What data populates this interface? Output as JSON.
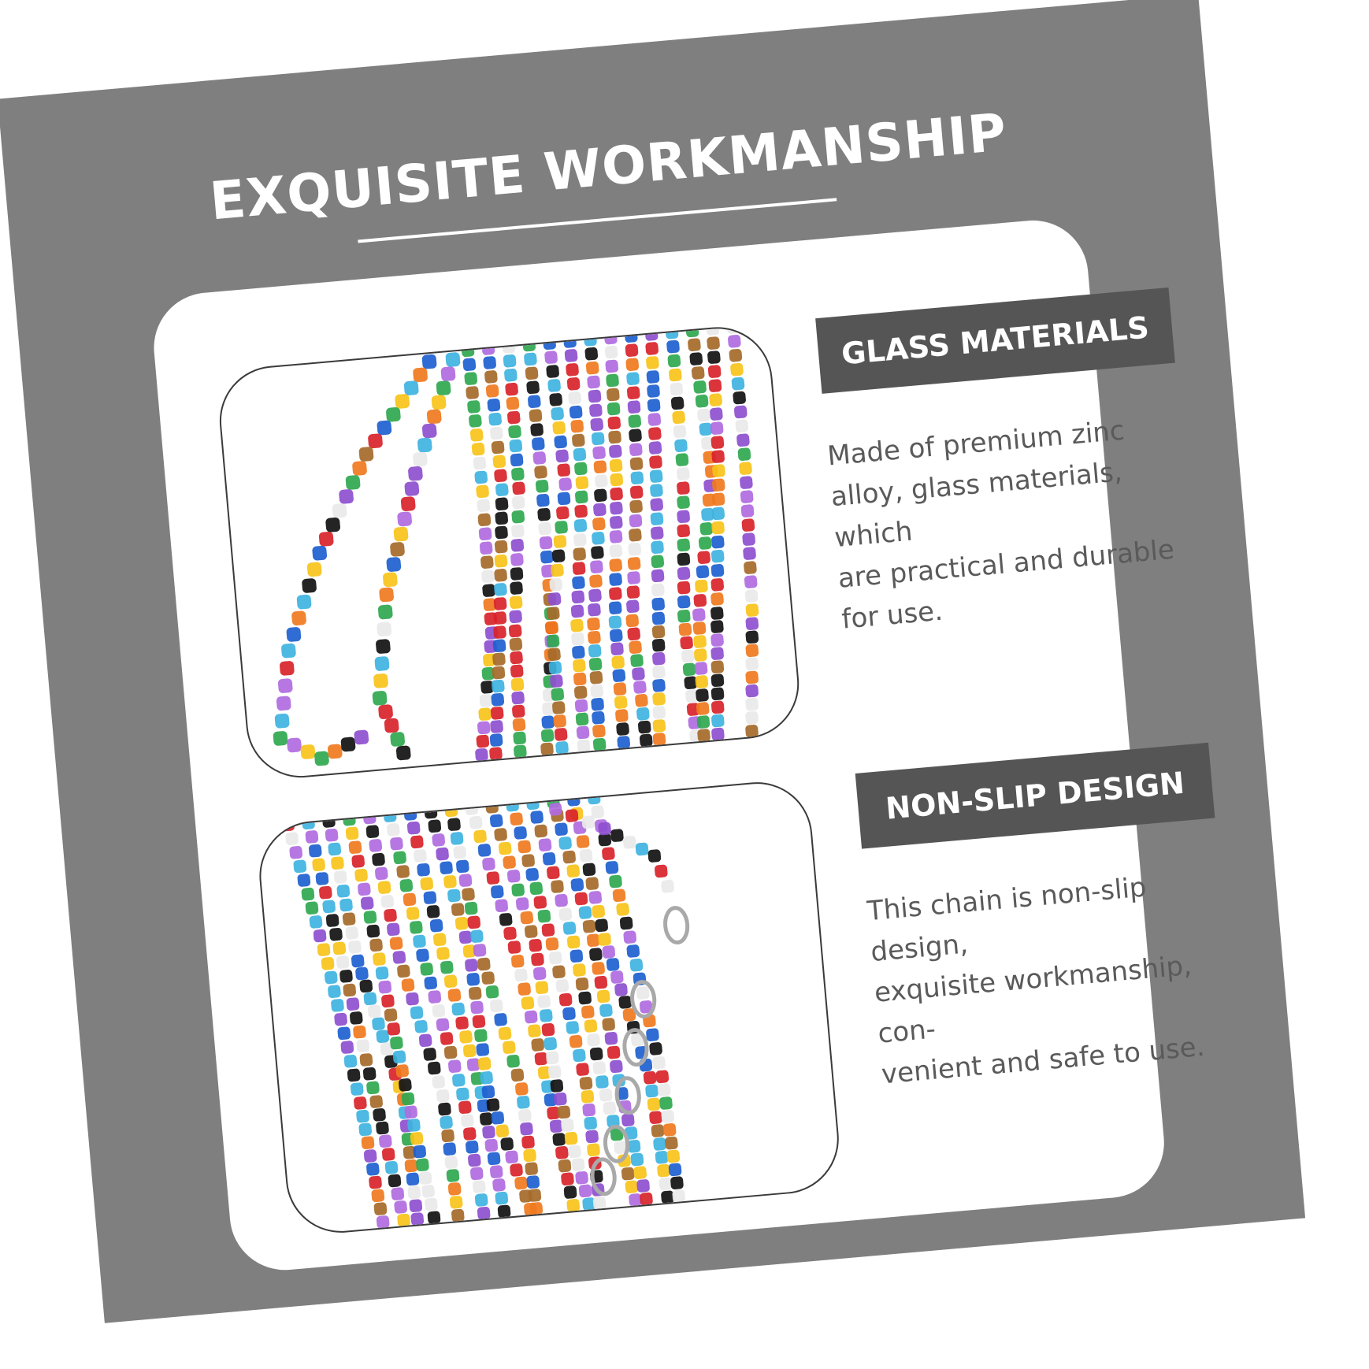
{
  "headline": "EXQUISITE WORKMANSHIP",
  "features": [
    {
      "title": "GLASS MATERIALS",
      "description": "Made of premium zinc\nalloy, glass materials, which\nare practical and durable\nfor use."
    },
    {
      "title": "NON-SLIP DESIGN",
      "description": "This chain is non-slip design,\nexquisite workmanship, con-\nvenient and safe to use."
    }
  ],
  "colors": {
    "panel": "#7f7f7f",
    "card": "#ffffff",
    "label_bg": "#555555",
    "text": "#5a5a5a",
    "beads": [
      "#d8232a",
      "#3fb3e0",
      "#f7c31a",
      "#8e4fcf",
      "#2fa84f",
      "#1d5fcf",
      "#f07a1e",
      "#111111",
      "#e9e9e9",
      "#a56a2a",
      "#b06bdf"
    ]
  }
}
